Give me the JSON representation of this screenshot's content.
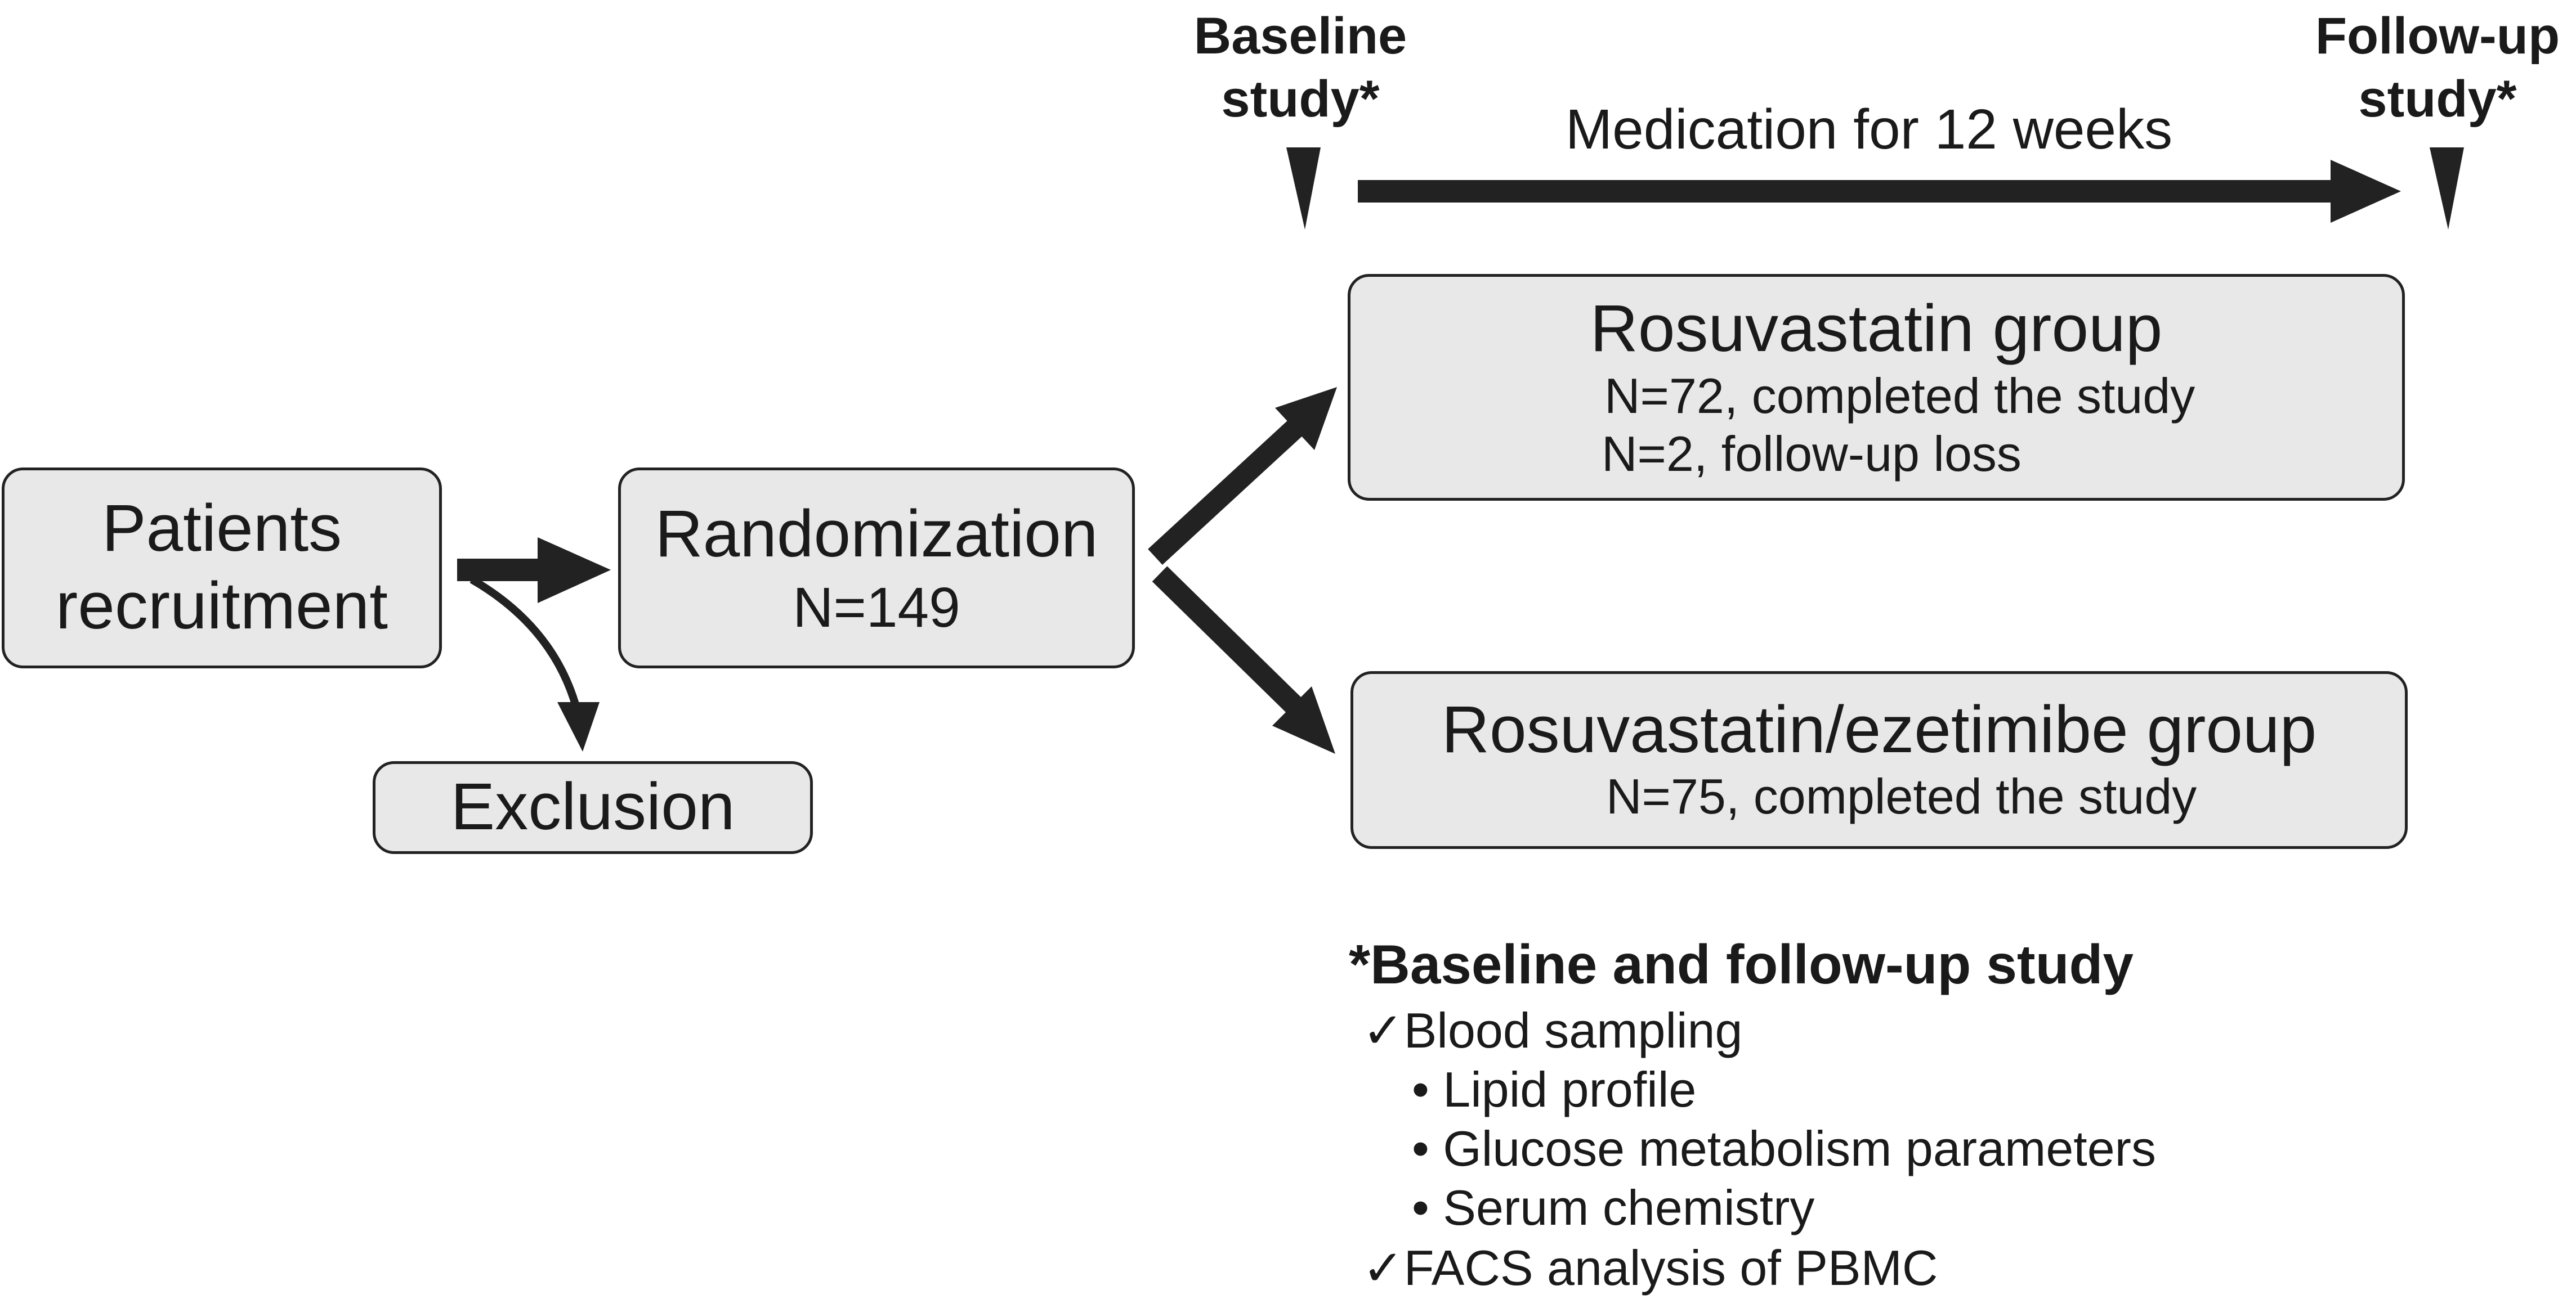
{
  "timeline": {
    "baseline_line1": "Baseline",
    "baseline_line2": "study*",
    "followup_line1": "Follow-up",
    "followup_line2": "study*",
    "medication": "Medication for 12 weeks"
  },
  "nodes": {
    "recruitment_line1": "Patients",
    "recruitment_line2": "recruitment",
    "randomization_title": "Randomization",
    "randomization_n": "N=149",
    "exclusion": "Exclusion",
    "rosuvastatin_title": "Rosuvastatin group",
    "rosuvastatin_completed": "N=72, completed the study",
    "rosuvastatin_loss": "N=2, follow-up loss",
    "combo_title": "Rosuvastatin/ezetimibe group",
    "combo_completed": "N=75, completed the study"
  },
  "notes": {
    "heading": "*Baseline and follow-up study",
    "check_mark": "✓",
    "bullet": "•",
    "blood_sampling": "Blood sampling",
    "sub_items": [
      "Lipid profile",
      "Glucose metabolism parameters",
      "Serum chemistry"
    ],
    "facs": "FACS analysis of PBMC"
  },
  "colors": {
    "box_fill": "#e8e8e8",
    "stroke": "#222222",
    "text": "#1a1a1a"
  }
}
